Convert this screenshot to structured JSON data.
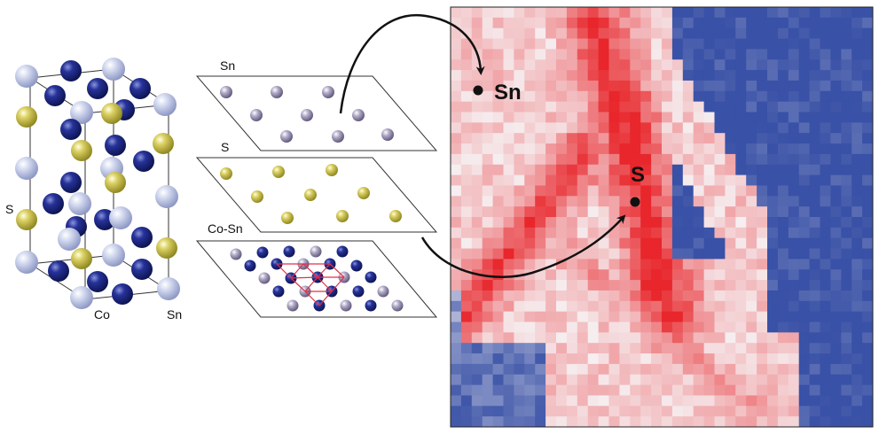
{
  "labels": {
    "crystal_s": "S",
    "crystal_co": "Co",
    "crystal_sn": "Sn",
    "layer_sn": "Sn",
    "layer_s": "S",
    "layer_cosn": "Co-Sn",
    "map_sn": "Sn",
    "map_s": "S"
  },
  "colors": {
    "sn_atom": "#b9c2e3",
    "s_atom": "#c9bf52",
    "co_atom": "#1f2a86",
    "kagome_line": "#e0304a",
    "map_red": "#e8262b",
    "map_blue": "#3951a6",
    "map_white": "#f6f3f5"
  }
}
